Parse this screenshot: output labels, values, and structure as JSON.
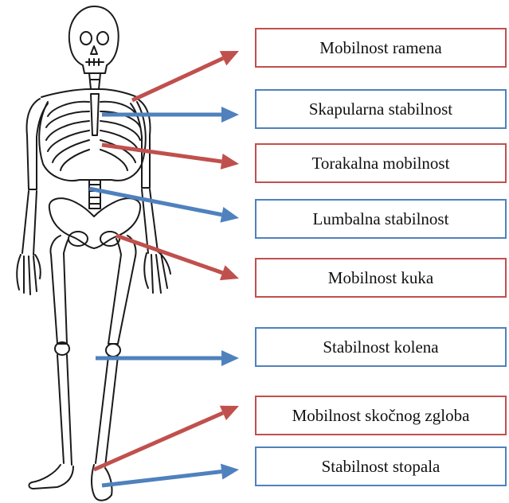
{
  "colors": {
    "mobility": "#c0504d",
    "stability": "#4f81bd",
    "outline": "#1a1a1a"
  },
  "figure": {
    "icon": "skeleton-illustration"
  },
  "labels": [
    {
      "id": "shoulder",
      "text": "Mobilnost ramena",
      "kind": "mobility"
    },
    {
      "id": "scapula",
      "text": "Skapularna stabilnost",
      "kind": "stability"
    },
    {
      "id": "thoracic",
      "text": "Torakalna mobilnost",
      "kind": "mobility"
    },
    {
      "id": "lumbar",
      "text": "Lumbalna stabilnost",
      "kind": "stability"
    },
    {
      "id": "hip",
      "text": "Mobilnost kuka",
      "kind": "mobility"
    },
    {
      "id": "knee",
      "text": "Stabilnost kolena",
      "kind": "stability"
    },
    {
      "id": "ankle",
      "text": "Mobilnost skočnog zgloba",
      "kind": "mobility"
    },
    {
      "id": "foot",
      "text": "Stabilnost stopala",
      "kind": "stability"
    }
  ]
}
